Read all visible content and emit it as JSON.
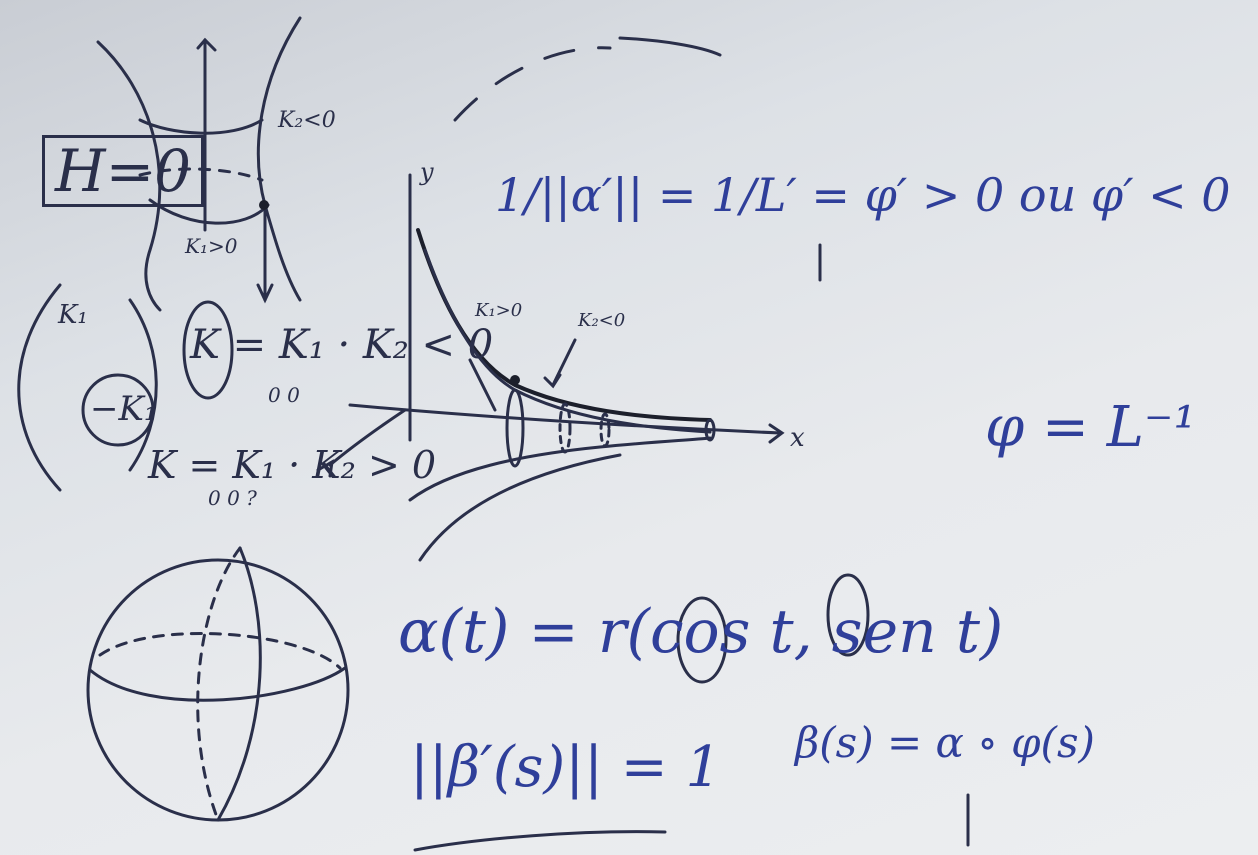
{
  "board": {
    "background": "#e6e9ed",
    "ink_blue": "#2f3f9a",
    "ink_dark": "#2a2f4a",
    "ink_black": "#1c1f2b"
  },
  "notes": {
    "h_zero": "H=0",
    "k2_negative_top": "K₂<0",
    "k1_positive_top": "K₁>0",
    "k1_label": "K₁",
    "minus_k1": "−K₁",
    "curvature_negative": "K = K₁ · K₂ < 0",
    "curvature_negative_marks": "0   0",
    "curvature_positive": "K = K₁ · K₂ > 0",
    "curvature_positive_marks": "0  0   ?",
    "axis_y": "y",
    "axis_x": "x",
    "k1_positive_mid": "K₁>0",
    "k2_negative_mid": "K₂<0",
    "reparam_equation": "1/||α′|| = 1/L′ = φ′ > 0  ou  φ′ < 0",
    "phi_inverse": "φ = L⁻¹",
    "alpha_param": "α(t) = r(cos t, sen t)",
    "unit_speed": "||β′(s)|| = 1",
    "beta_composition": "β(s) = α ∘ φ(s)"
  }
}
